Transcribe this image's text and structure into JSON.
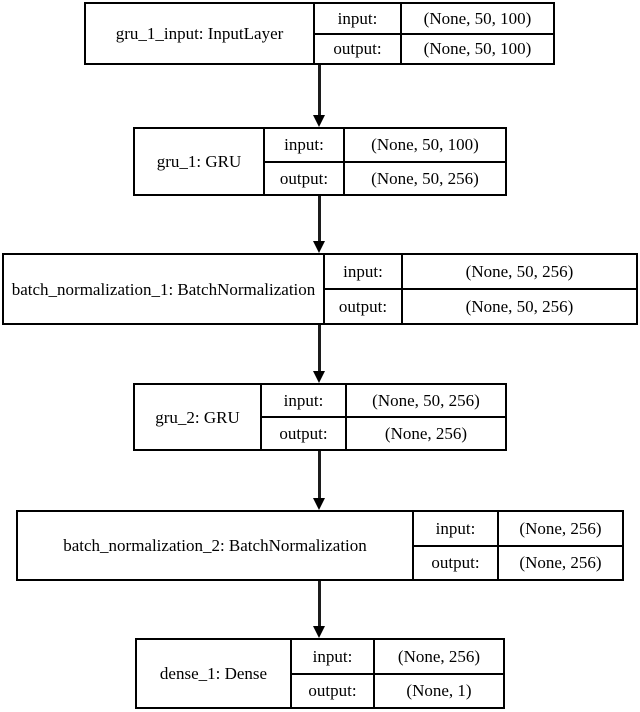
{
  "diagram": {
    "title": "keras-model-architecture",
    "background_color": "#ffffff",
    "border_color": "#000000",
    "arrow_color": "#000000",
    "io_labels": {
      "input": "input:",
      "output": "output:"
    }
  },
  "nodes": [
    {
      "label": "gru_1_input: InputLayer",
      "io": [
        "input:",
        "output:"
      ],
      "shapes": [
        "(None, 50, 100)",
        "(None, 50, 100)"
      ]
    },
    {
      "label": "gru_1: GRU",
      "io": [
        "input:",
        "output:"
      ],
      "shapes": [
        "(None, 50, 100)",
        "(None, 50, 256)"
      ]
    },
    {
      "label": "batch_normalization_1: BatchNormalization",
      "io": [
        "input:",
        "output:"
      ],
      "shapes": [
        "(None, 50, 256)",
        "(None, 50, 256)"
      ]
    },
    {
      "label": "gru_2: GRU",
      "io": [
        "input:",
        "output:"
      ],
      "shapes": [
        "(None, 50, 256)",
        "(None, 256)"
      ]
    },
    {
      "label": "batch_normalization_2: BatchNormalization",
      "io": [
        "input:",
        "output:"
      ],
      "shapes": [
        "(None, 256)",
        "(None, 256)"
      ]
    },
    {
      "label": "dense_1: Dense",
      "io": [
        "input:",
        "output:"
      ],
      "shapes": [
        "(None, 256)",
        "(None, 1)"
      ]
    }
  ],
  "edges": [
    {
      "from": "gru_1_input",
      "to": "gru_1"
    },
    {
      "from": "gru_1",
      "to": "batch_normalization_1"
    },
    {
      "from": "batch_normalization_1",
      "to": "gru_2"
    },
    {
      "from": "gru_2",
      "to": "batch_normalization_2"
    },
    {
      "from": "batch_normalization_2",
      "to": "dense_1"
    }
  ]
}
